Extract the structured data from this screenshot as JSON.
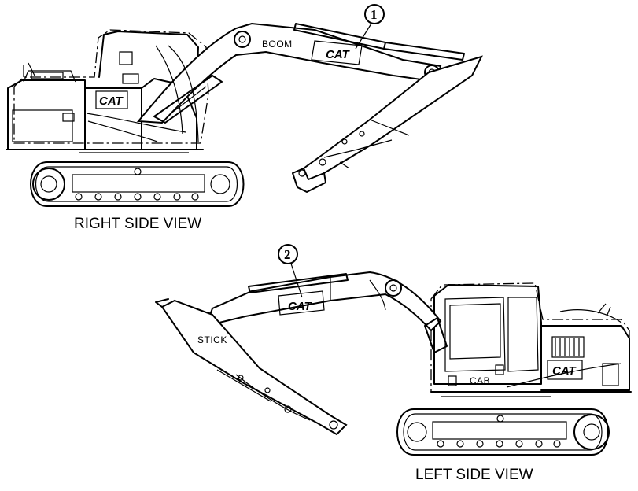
{
  "views": {
    "right": {
      "title": "RIGHT SIDE VIEW"
    },
    "left": {
      "title": "LEFT SIDE VIEW"
    }
  },
  "labels": {
    "boom": "BOOM",
    "stick": "STICK",
    "cab": "CAB"
  },
  "callouts": {
    "one": "1",
    "two": "2"
  },
  "logo": {
    "text": "CAT"
  }
}
